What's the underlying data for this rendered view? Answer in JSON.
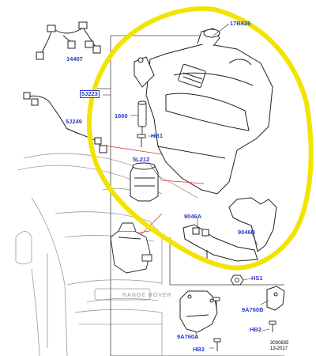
{
  "diagram": {
    "callouts": {
      "cap": "17B626",
      "harness_top": "14407",
      "sensor_boxed": "5J223",
      "harness_mid": "5J249",
      "pipe": "1660",
      "bolt_tank": "HB1",
      "pump": "5L212",
      "bracket_left": "9046A",
      "bracket_right": "9046B",
      "nut": "HS1",
      "shield_left": "9A760A",
      "shield_right": "9A760B",
      "bolt_left": "HB2",
      "bolt_right": "HB2"
    },
    "reference": {
      "number": "3030835",
      "date": "13-2017"
    },
    "badge_text": "RANGE ROVER",
    "colors": {
      "callout": "#2a3cc8",
      "highlight": "#f2e400",
      "leader_red": "#e03030",
      "line": "#222222",
      "ghost": "#9a9a9a"
    }
  }
}
